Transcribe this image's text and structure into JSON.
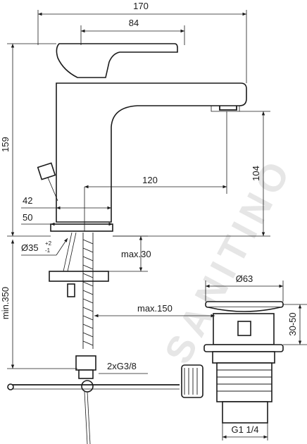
{
  "watermark": "SANITINO",
  "dimensions": {
    "total_width": "170",
    "handle_width": "84",
    "total_height": "159",
    "spout_height": "104",
    "spout_reach": "120",
    "base_diameter_42": "42",
    "base_width_50": "50",
    "hole_diameter": "Ø35",
    "hole_tolerance_plus": "+2",
    "hole_tolerance_minus": "-1",
    "max_deck": "max.30",
    "min_hose": "min.350",
    "max_hose": "max.150",
    "connection": "2xG3/8",
    "waste_diameter": "Ø63",
    "waste_height": "30-50",
    "waste_thread": "G1 1/4"
  }
}
